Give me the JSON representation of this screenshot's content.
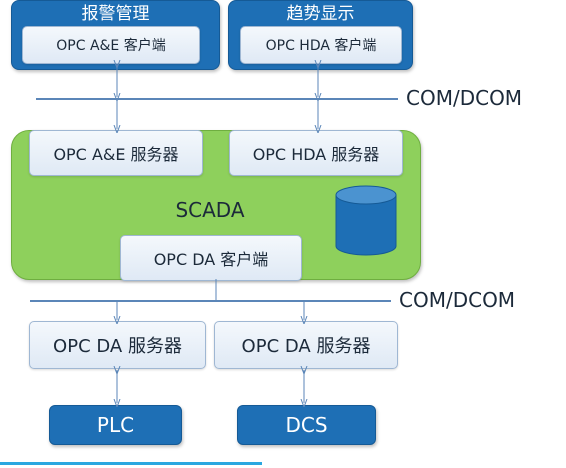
{
  "top_left": {
    "title": "报警管理",
    "client": "OPC A&E 客户端"
  },
  "top_right": {
    "title": "趋势显示",
    "client": "OPC HDA 客户端"
  },
  "bus_upper": "COM/DCOM",
  "bus_lower": "COM/DCOM",
  "scada": {
    "label": "SCADA",
    "ae_server": "OPC A&E 服务器",
    "hda_server": "OPC HDA 服务器",
    "da_client": "OPC DA 客户端"
  },
  "da_servers": [
    "OPC DA 服务器",
    "OPC DA 服务器"
  ],
  "devices": [
    "PLC",
    "DCS"
  ],
  "colors": {
    "blue": "#1e6fb5",
    "green": "#8ed05c",
    "line": "#5b86b8",
    "accent_bar": "#2aa7e0"
  }
}
